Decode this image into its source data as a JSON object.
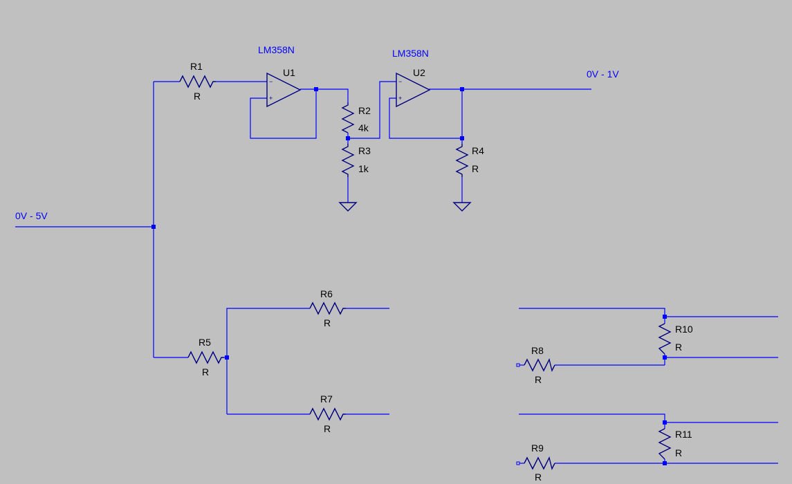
{
  "net_labels": {
    "input": "0V - 5V",
    "output": "0V - 1V"
  },
  "opamps": [
    {
      "ref": "U1",
      "model": "LM358N"
    },
    {
      "ref": "U2",
      "model": "LM358N"
    }
  ],
  "resistors": [
    {
      "ref": "R1",
      "value": "R"
    },
    {
      "ref": "R2",
      "value": "4k"
    },
    {
      "ref": "R3",
      "value": "1k"
    },
    {
      "ref": "R4",
      "value": "R"
    },
    {
      "ref": "R5",
      "value": "R"
    },
    {
      "ref": "R6",
      "value": "R"
    },
    {
      "ref": "R7",
      "value": "R"
    },
    {
      "ref": "R8",
      "value": "R"
    },
    {
      "ref": "R9",
      "value": "R"
    },
    {
      "ref": "R10",
      "value": "R"
    },
    {
      "ref": "R11",
      "value": "R"
    }
  ],
  "pin_marks": {
    "minus": "−",
    "plus": "+"
  },
  "colors": {
    "background": "#c0c0c0",
    "wire": "#0000ff",
    "component": "#000080",
    "text": "#000000"
  }
}
